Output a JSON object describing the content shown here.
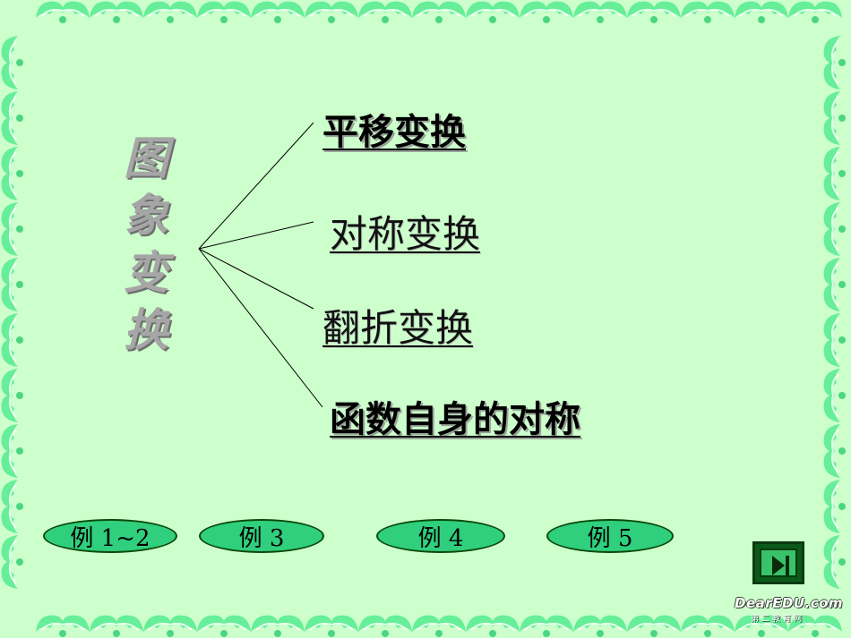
{
  "title_vertical": [
    "图",
    "象",
    "变",
    "换"
  ],
  "links": [
    {
      "label": "平移变换"
    },
    {
      "label": "对称变换"
    },
    {
      "label": "翻折变换"
    },
    {
      "label": "函数自身的对称"
    }
  ],
  "examples": [
    {
      "label": "例 1~2"
    },
    {
      "label": "例 3"
    },
    {
      "label": "例 4"
    },
    {
      "label": "例 5"
    }
  ],
  "nav": {
    "next_icon": "skip-forward-icon"
  },
  "logo": {
    "text": "DearEDU.com",
    "sub": "第二教育网"
  },
  "colors": {
    "background": "#ccffcc",
    "border_flower": "#66ee99",
    "button_fill": "#2fcf7d",
    "title_gray": "#a6a6a6"
  }
}
